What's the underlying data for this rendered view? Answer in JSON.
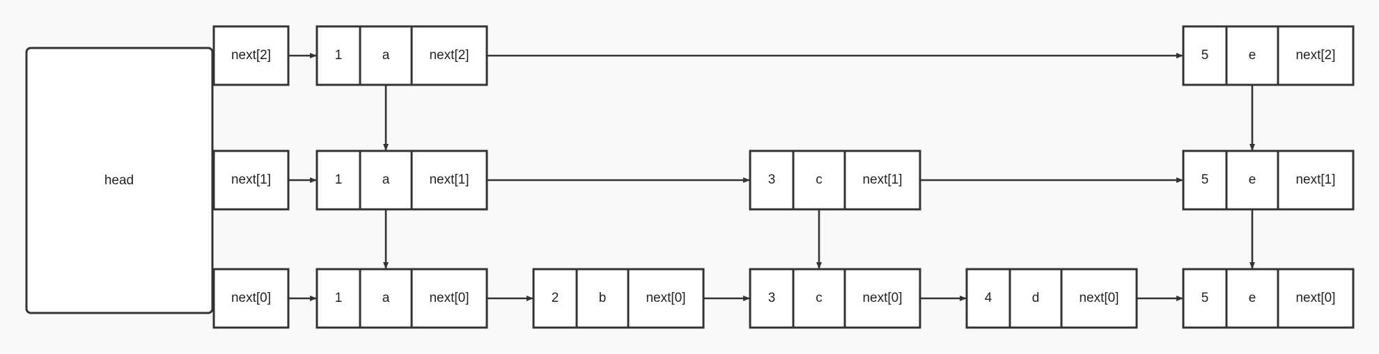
{
  "head": {
    "label": "head"
  },
  "head_slots": [
    {
      "level": 2,
      "label": "next[2]"
    },
    {
      "level": 1,
      "label": "next[1]"
    },
    {
      "level": 0,
      "label": "next[0]"
    }
  ],
  "levels": [
    {
      "level": 2,
      "nodes": [
        {
          "key": "1",
          "value": "a",
          "pointer": "next[2]"
        },
        {
          "key": "5",
          "value": "e",
          "pointer": "next[2]"
        }
      ]
    },
    {
      "level": 1,
      "nodes": [
        {
          "key": "1",
          "value": "a",
          "pointer": "next[1]"
        },
        {
          "key": "3",
          "value": "c",
          "pointer": "next[1]"
        },
        {
          "key": "5",
          "value": "e",
          "pointer": "next[1]"
        }
      ]
    },
    {
      "level": 0,
      "nodes": [
        {
          "key": "1",
          "value": "a",
          "pointer": "next[0]"
        },
        {
          "key": "2",
          "value": "b",
          "pointer": "next[0]"
        },
        {
          "key": "3",
          "value": "c",
          "pointer": "next[0]"
        },
        {
          "key": "4",
          "value": "d",
          "pointer": "next[0]"
        },
        {
          "key": "5",
          "value": "e",
          "pointer": "next[0]"
        }
      ]
    }
  ]
}
